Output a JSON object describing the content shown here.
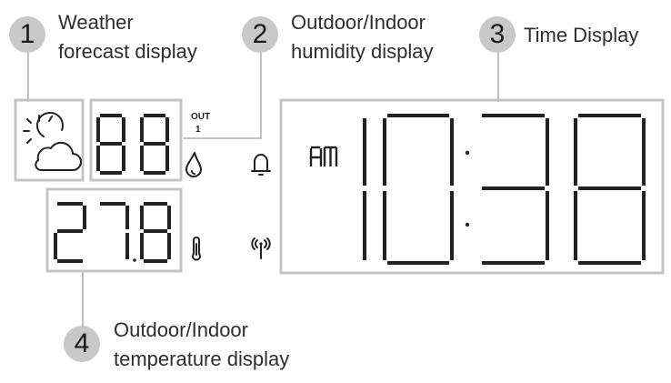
{
  "callouts": [
    {
      "number": "1",
      "line1": "Weather",
      "line2": "forecast display"
    },
    {
      "number": "2",
      "line1": "Outdoor/Indoor",
      "line2": "humidity display"
    },
    {
      "number": "3",
      "line1": "Time Display",
      "line2": ""
    },
    {
      "number": "4",
      "line1": "Outdoor/Indoor",
      "line2": "temperature display"
    }
  ],
  "lcd": {
    "humidity_digits": "88",
    "out_label": "OUT",
    "out_marker": "1",
    "temperature_digits": "27.8",
    "ampm": "AM",
    "time_digits": "10:38"
  },
  "icons": [
    "sun-behind-cloud-icon",
    "water-drop-icon",
    "bell-alarm-icon",
    "thermometer-icon",
    "radio-signal-icon"
  ]
}
